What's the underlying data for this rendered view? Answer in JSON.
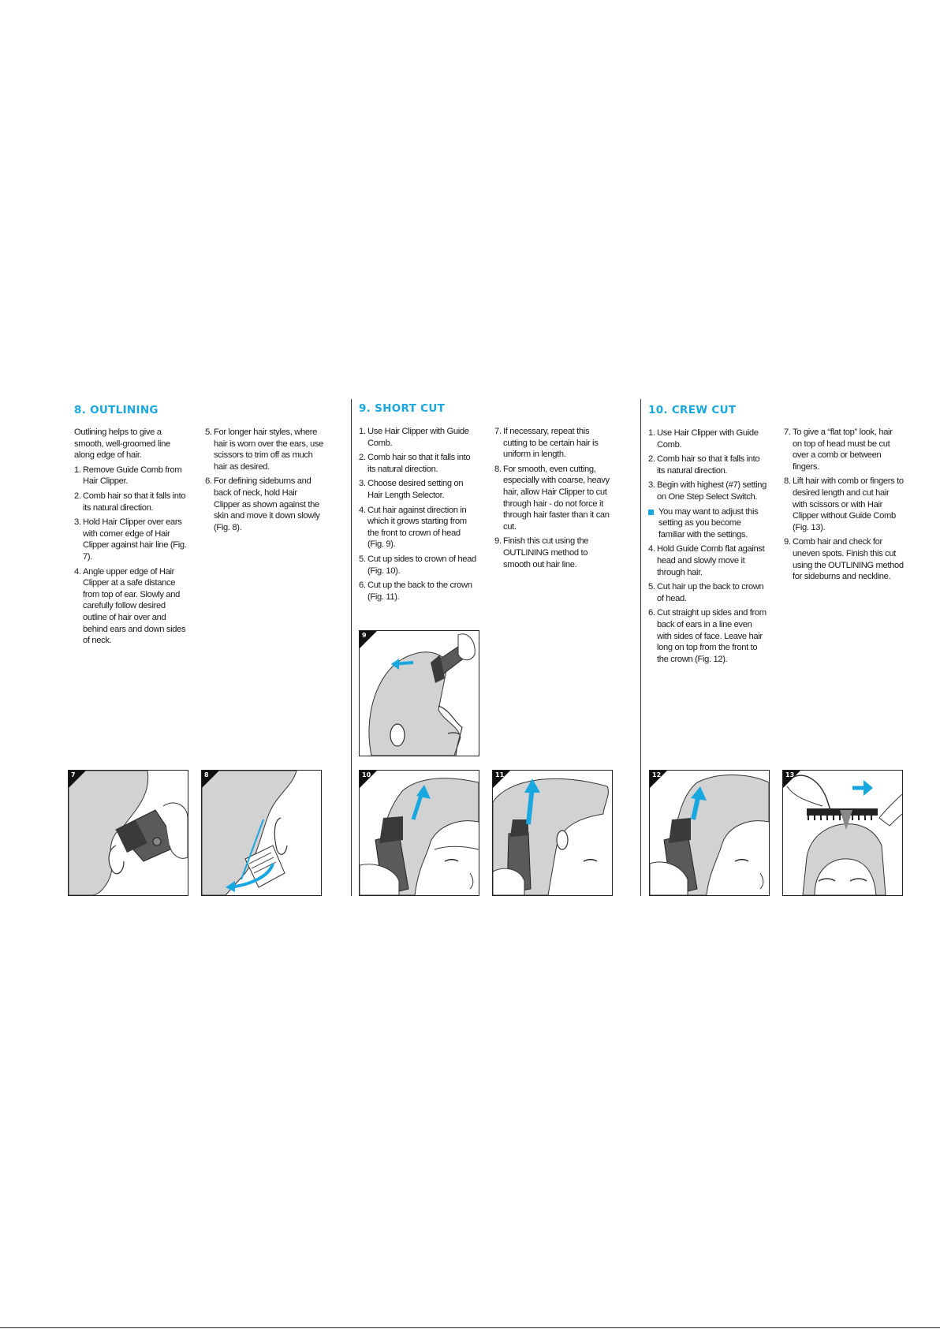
{
  "outlining": {
    "heading": "8. OUTLINING",
    "intro": "Outlining helps to give a smooth, well-groomed line along edge of hair.",
    "steps_left": [
      {
        "n": "1.",
        "text": "Remove Guide Comb from Hair Clipper."
      },
      {
        "n": "2.",
        "text": "Comb hair so that it falls into its natural direction."
      },
      {
        "n": "3.",
        "text": "Hold Hair Clipper over ears with corner edge of Hair Clipper against hair line (Fig. 7)."
      },
      {
        "n": "4.",
        "text": "Angle upper edge of Hair Clipper at a safe distance from top of ear.  Slowly and carefully follow desired outline of hair over and behind ears and down sides of neck."
      }
    ],
    "steps_right": [
      {
        "n": "5.",
        "text": "For longer hair styles, where hair is worn over the ears, use scissors to trim off as much hair as desired."
      },
      {
        "n": "6.",
        "text": "For defining sideburns and back of neck, hold Hair Clipper as shown against the skin and move it down slowly (Fig. 8)."
      }
    ]
  },
  "short_cut": {
    "heading": "9. SHORT CUT",
    "steps_left": [
      {
        "n": "1.",
        "text": "Use Hair Clipper with Guide Comb."
      },
      {
        "n": "2.",
        "text": "Comb hair so that it falls into its natural direction."
      },
      {
        "n": "3.",
        "text": "Choose desired setting on Hair Length Selector."
      },
      {
        "n": "4.",
        "text": "Cut hair against direction in which it grows starting from the front to crown of head (Fig. 9)."
      },
      {
        "n": "5.",
        "text": "Cut up sides to crown of head (Fig. 10)."
      },
      {
        "n": "6.",
        "text": "Cut up the back to the crown (Fig. 11)."
      }
    ],
    "steps_right": [
      {
        "n": "7.",
        "text": "If necessary, repeat this cutting to be certain hair is uniform in length."
      },
      {
        "n": "8.",
        "text": "For smooth, even cutting, especially with coarse, heavy hair, allow Hair Clipper to cut through hair - do not force it through hair faster than it can cut."
      },
      {
        "n": "9.",
        "text": "Finish this cut using the OUTLINING method to smooth out hair line."
      }
    ]
  },
  "crew_cut": {
    "heading": "10. CREW CUT",
    "steps_left": [
      {
        "n": "1.",
        "text": "Use Hair Clipper with Guide Comb."
      },
      {
        "n": "2.",
        "text": "Comb hair so that it falls into its natural direction."
      },
      {
        "n": "3.",
        "text": "Begin with highest (#7) setting on One Step Select Switch."
      },
      {
        "n": "",
        "text": "You may want to adjust this setting as you become familiar with the settings.",
        "note": true
      },
      {
        "n": "4.",
        "text": "Hold Guide Comb flat against head and slowly move it through hair."
      },
      {
        "n": "5.",
        "text": "Cut hair up the back to crown of head."
      },
      {
        "n": "6.",
        "text": "Cut straight up sides and from back of ears in a line even with sides of face. Leave hair long on top from the front to the crown (Fig. 12)."
      }
    ],
    "steps_right": [
      {
        "n": "7.",
        "text": "To give a “flat top” look, hair on top of head must be cut over a comb or between fingers."
      },
      {
        "n": "8.",
        "text": "Lift hair with comb or fingers to desired length and cut hair with scissors or with Hair Clipper without Guide Comb (Fig. 13)."
      },
      {
        "n": "9.",
        "text": "Comb hair and check for uneven spots.  Finish this cut using the OUTLINING method for sideburns and neckline."
      }
    ]
  },
  "figures": {
    "f7": "7",
    "f8": "8",
    "f9": "9",
    "f10": "10",
    "f11": "11",
    "f12": "12",
    "f13": "13"
  },
  "colors": {
    "accent": "#19a7e0",
    "hair": "#d2d2d2",
    "clipper": "#5a5a5a"
  },
  "icons": {
    "note_bullet": "blue-square-icon",
    "arrow": "blue-arrow-icon"
  }
}
